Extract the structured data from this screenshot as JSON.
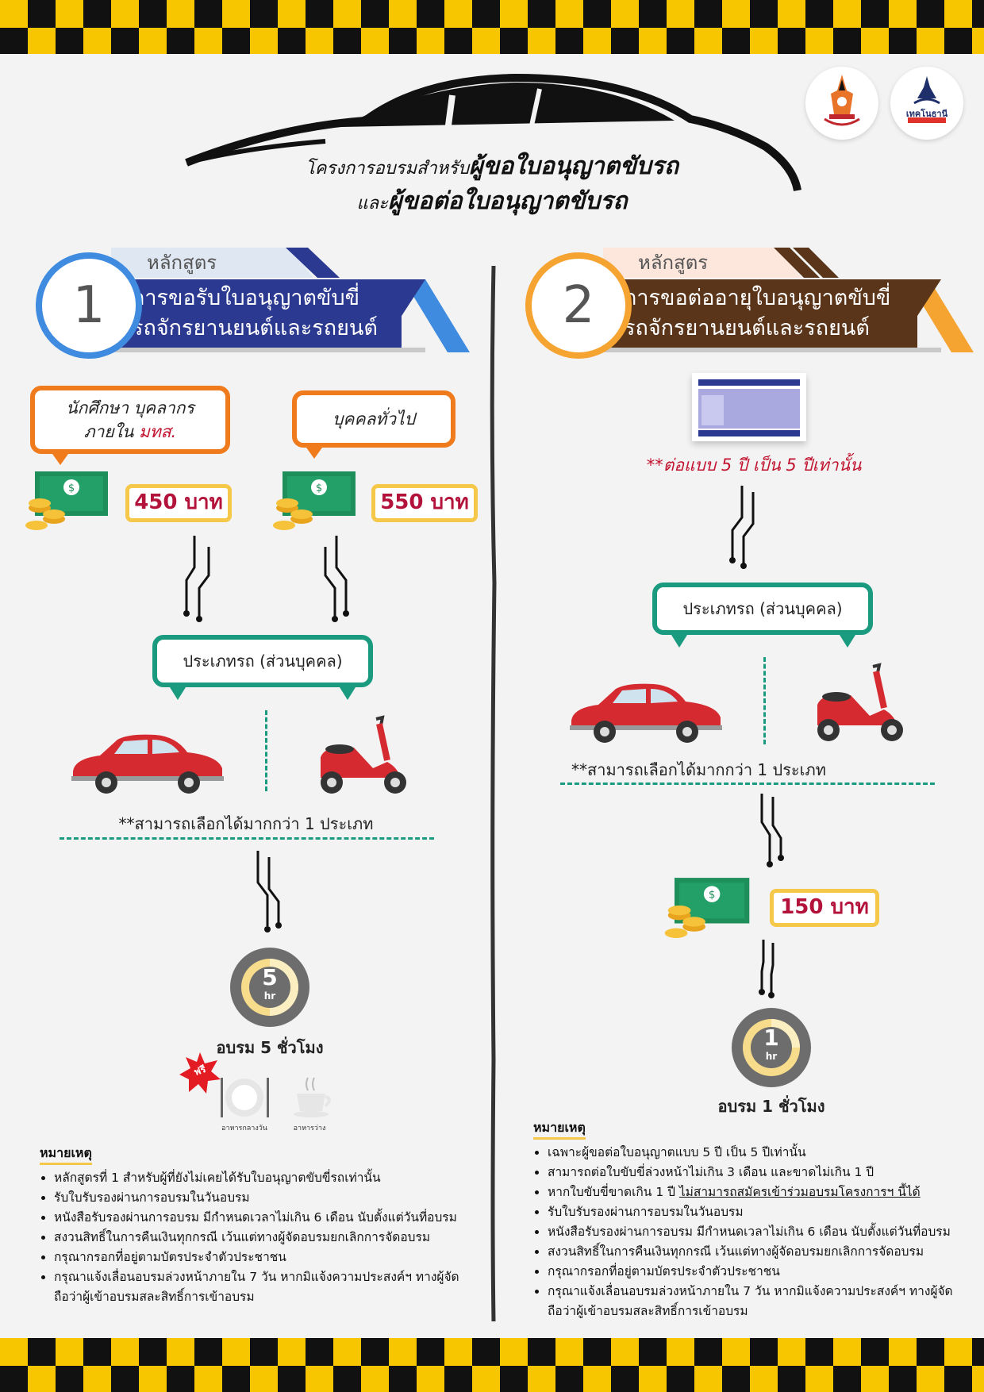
{
  "title": {
    "line1_prefix": "โครงการอบรมสำหรับ",
    "line1_emph": "ผู้ขอใบอนุญาตขับรถ",
    "line2_prefix": "และ",
    "line2_emph": "ผู้ขอต่อใบอนุญาตขับรถ"
  },
  "colors": {
    "course1": "#2b3990",
    "course1_accent": "#3f8be0",
    "course2": "#5b3519",
    "course2_accent": "#f5a331",
    "bubble_orange": "#f07b1c",
    "bubble_green": "#1a9b80",
    "price_red": "#b3123b"
  },
  "course1": {
    "number": "1",
    "kicker": "หลักสูตร",
    "title_line1": "การขอรับใบอนุญาตขับขี่",
    "title_line2": "รถจักรยานยนต์และรถยนต์",
    "audience_students_line1": "นักศึกษา บุคลากร",
    "audience_students_line2_prefix": "ภายใน ",
    "audience_students_line2_emph": "มทส.",
    "audience_public": "บุคคลทั่วไป",
    "price_students": "450 บาท",
    "price_public": "550 บาท",
    "vehicle_type": "ประเภทรถ (ส่วนบุคคล)",
    "choose_note": "**สามารถเลือกได้มากกว่า 1 ประเภท",
    "clock_value": "5",
    "clock_unit": "hr",
    "duration": "อบรม 5 ชั่วโมง",
    "free_badge": "ฟรี",
    "lunch_label": "อาหารกลางวัน",
    "snack_label": "อาหารว่าง",
    "remarks_title": "หมายเหตุ",
    "remarks": [
      "หลักสูตรที่ 1 สำหรับผู้ที่ยังไม่เคยได้รับใบอนุญาตขับขี่รถเท่านั้น",
      "รับใบรับรองผ่านการอบรมในวันอบรม",
      "หนังสือรับรองผ่านการอบรม มีกำหนดเวลาไม่เกิน 6 เดือน นับตั้งแต่วันที่อบรม",
      "สงวนสิทธิ์ในการคืนเงินทุกกรณี เว้นแต่ทางผู้จัดอบรมยกเลิกการจัดอบรม",
      "กรุณากรอกที่อยู่ตามบัตรประจำตัวประชาชน",
      "กรุณาแจ้งเลื่อนอบรมล่วงหน้าภายใน 7 วัน หากมิแจ้งความประสงค์ฯ ทางผู้จัดถือว่าผู้เข้าอบรมสละสิทธิ์การเข้าอบรม"
    ]
  },
  "course2": {
    "number": "2",
    "kicker": "หลักสูตร",
    "title_line1": "การขอต่ออายุใบอนุญาตขับขี่",
    "title_line2": "รถจักรยานยนต์และรถยนต์",
    "license_note": "**ต่อแบบ 5 ปี เป็น 5 ปีเท่านั้น",
    "vehicle_type": "ประเภทรถ (ส่วนบุคคล)",
    "choose_note": "**สามารถเลือกได้มากกว่า 1 ประเภท",
    "price": "150 บาท",
    "clock_value": "1",
    "clock_unit": "hr",
    "duration": "อบรม 1 ชั่วโมง",
    "remarks_title": "หมายเหตุ",
    "remarks_1": "เฉพาะผู้ขอต่อใบอนุญาตแบบ 5 ปี เป็น 5 ปีเท่านั้น",
    "remarks_2": "สามารถต่อใบขับขี่ล่วงหน้าไม่เกิน 3 เดือน และขาดไม่เกิน 1 ปี",
    "remarks_3_prefix": "หากใบขับขี่ขาดเกิน 1 ปี ",
    "remarks_3_underlined": "ไม่สามารถสมัครเข้าร่วมอบรมโครงการฯ นี้ได้",
    "remarks_4": "รับใบรับรองผ่านการอบรมในวันอบรม",
    "remarks_5": "หนังสือรับรองผ่านการอบรม มีกำหนดเวลาไม่เกิน 6 เดือน นับตั้งแต่วันที่อบรม",
    "remarks_6": "สงวนสิทธิ์ในการคืนเงินทุกกรณี เว้นแต่ทางผู้จัดอบรมยกเลิกการจัดอบรม",
    "remarks_7": "กรุณากรอกที่อยู่ตามบัตรประจำตัวประชาชน",
    "remarks_8": "กรุณาแจ้งเลื่อนอบรมล่วงหน้าภายใน 7 วัน หากมิแจ้งความประสงค์ฯ ทางผู้จัดถือว่าผู้เข้าอบรมสละสิทธิ์การเข้าอบรม"
  },
  "logo2_text": "เทคโนธานี"
}
